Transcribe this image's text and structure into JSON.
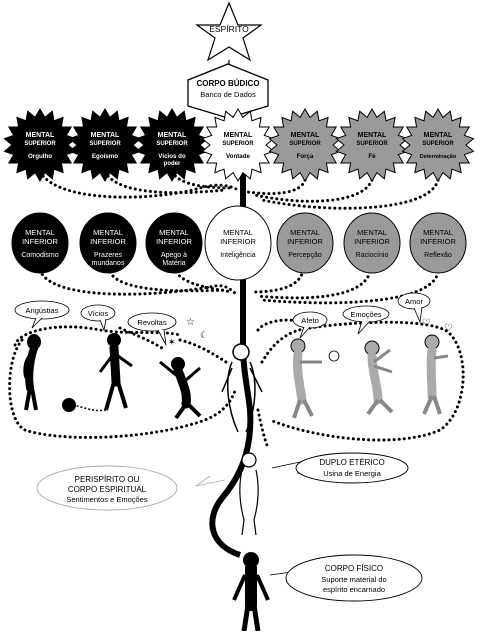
{
  "top": {
    "spirit": "ESPÍRITO",
    "buddhic_title": "CORPO BÚDICO",
    "buddhic_sub": "Banco de Dados"
  },
  "superior": [
    {
      "l1": "MENTAL",
      "l2": "SUPERIOR",
      "l3": "Orgulho",
      "tone": "black"
    },
    {
      "l1": "MENTAL",
      "l2": "SUPERIOR",
      "l3": "Egoísmo",
      "tone": "black"
    },
    {
      "l1": "MENTAL",
      "l2": "SUPERIOR",
      "l3": "Vícios do",
      "l4": "poder",
      "tone": "black"
    },
    {
      "l1": "MENTAL",
      "l2": "SUPERIOR",
      "l3": "Vontade",
      "tone": "white"
    },
    {
      "l1": "MENTAL",
      "l2": "SUPERIOR",
      "l3": "Força",
      "tone": "gray"
    },
    {
      "l1": "MENTAL",
      "l2": "SUPERIOR",
      "l3": "Fé",
      "tone": "gray"
    },
    {
      "l1": "MENTAL",
      "l2": "SUPERIOR",
      "l3": "Determinação",
      "tone": "gray"
    }
  ],
  "inferior": [
    {
      "l1": "MENTAL",
      "l2": "INFERIOR",
      "l3": "Comodismo",
      "tone": "black"
    },
    {
      "l1": "MENTAL",
      "l2": "INFERIOR",
      "l3": "Prazeres",
      "l4": "mundanos",
      "tone": "black"
    },
    {
      "l1": "MENTAL",
      "l2": "INFERIOR",
      "l3": "Apego à",
      "l4": "Matéria",
      "tone": "black"
    },
    {
      "l1": "MENTAL",
      "l2": "INFERIOR",
      "l3": "Inteligência",
      "tone": "white"
    },
    {
      "l1": "MENTAL",
      "l2": "INFERIOR",
      "l3": "Percepção",
      "tone": "gray"
    },
    {
      "l1": "MENTAL",
      "l2": "INFERIOR",
      "l3": "Raciocínio",
      "tone": "gray"
    },
    {
      "l1": "MENTAL",
      "l2": "INFERIOR",
      "l3": "Reflexão",
      "tone": "gray"
    }
  ],
  "bubbles": {
    "angustias": "Angústias",
    "vicios": "Vícios",
    "revoltas": "Revoltas",
    "afeto": "Afeto",
    "emocoes": "Emoções",
    "amor": "Amor"
  },
  "callouts": {
    "perispirito_1": "PERISPÍRITO OU",
    "perispirito_2": "CORPO ESPIRITUAL",
    "perispirito_3": "Sentimentos e Emoções",
    "duplo_1": "DUPLO ETÉRICO",
    "duplo_2": "Usina de Energia",
    "fisico_1": "CORPO FÍSICO",
    "fisico_2": "Suporte material do",
    "fisico_3": "espírito encarnado"
  }
}
